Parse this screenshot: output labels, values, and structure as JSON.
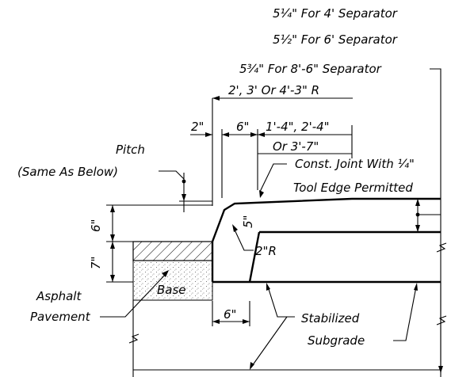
{
  "labels": {
    "sep_4": "5¼\" For 4' Separator",
    "sep_6": "5½\" For 6' Separator",
    "sep_8": "5¾\" For 8'-6\" Separator",
    "radius_options": "2', 3' Or 4'-3\" R",
    "dim_2in": "2\"",
    "dim_6in_top": "6\"",
    "dim_1_4": "1'-4\", 2'-4\"",
    "dim_3_7": "Or 3'-7\"",
    "pitch": "Pitch",
    "same_as_below": "(Same As Below)",
    "const_joint": "Const. Joint With ¼\"",
    "tool_edge": "Tool Edge Permitted",
    "dim_6in_left": "6\"",
    "dim_5in": "5\"",
    "dim_7in": "7\"",
    "radius_2in": "2\"R",
    "base": "Base",
    "asphalt": "Asphalt",
    "pavement": "Pavement",
    "dim_6in_bottom": "6\"",
    "stabilized": "Stabilized",
    "subgrade": "Subgrade"
  }
}
